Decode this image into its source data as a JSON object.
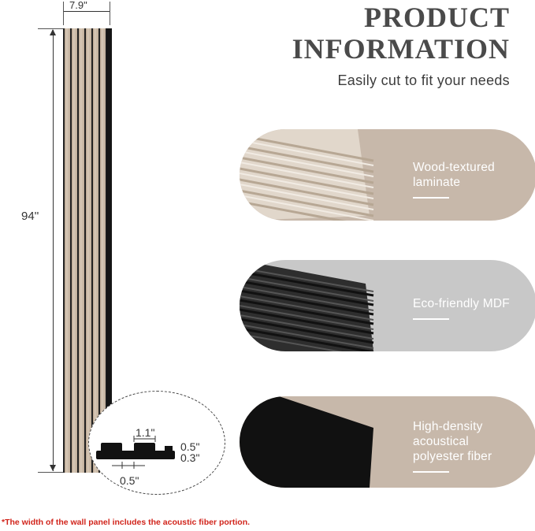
{
  "header": {
    "title_line1": "PRODUCT",
    "title_line2": "INFORMATION",
    "subtitle": "Easily cut to fit your needs"
  },
  "panel_dimensions": {
    "width": "7.9\"",
    "height": "94''"
  },
  "cross_section": {
    "slat_gap": "1.1\"",
    "slat_depth": "0.5\"",
    "base_depth": "0.3\"",
    "slat_width": "0.5\""
  },
  "layers": [
    {
      "label_line1": "Wood-textured",
      "label_line2": "laminate",
      "color": "#c7b8aa"
    },
    {
      "label_line1": "Eco-friendly MDF",
      "label_line2": "",
      "color": "#c8c8c8"
    },
    {
      "label_line1": "High-density",
      "label_line2": "acoustical",
      "label_line3": "polyester fiber",
      "color": "#c7b8aa"
    }
  ],
  "footnote": "*The width of the wall panel includes the acoustic fiber portion."
}
